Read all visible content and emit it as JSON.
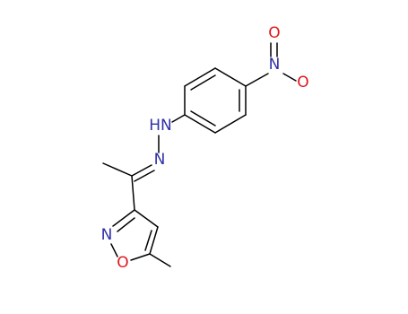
{
  "structure": {
    "colors": {
      "N": "#2f2fa8",
      "O": "#e0161b",
      "bond": "#000000",
      "background": "#ffffff"
    },
    "atoms": [
      {
        "id": "nitro_n",
        "symbol": "N",
        "text": "N"
      },
      {
        "id": "nitro_o_top",
        "symbol": "O",
        "text": "O"
      },
      {
        "id": "nitro_o_right",
        "symbol": "O",
        "text": "O"
      },
      {
        "id": "hydrazone_nh",
        "symbol": "N",
        "text": "HN"
      },
      {
        "id": "hydrazone_n",
        "symbol": "N",
        "text": "N"
      },
      {
        "id": "isoxazole_n",
        "symbol": "N",
        "text": "N"
      },
      {
        "id": "isoxazole_o",
        "symbol": "O",
        "text": "O"
      }
    ]
  }
}
